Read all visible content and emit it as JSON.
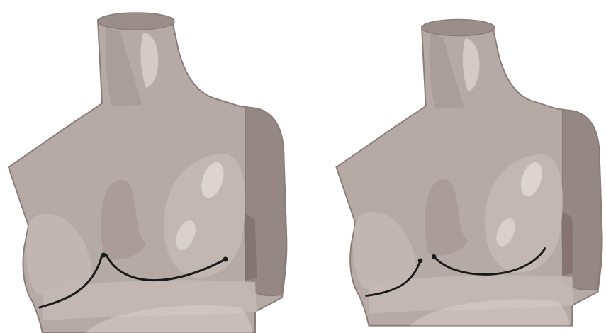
{
  "colors": {
    "background": "#ffffff",
    "body_fill": "#b6aaa6",
    "body_mid": "#c3b8b4",
    "body_shadow": "#a1938f",
    "body_dark": "#958784",
    "body_outline": "#8a7c78",
    "highlight": "#ddd4d1",
    "neck_top": "#9b8e8a",
    "seam_line": "#1a1a1a"
  },
  "illustrations": [
    {
      "label": "dress-form-left",
      "seam_style": "two-curves-meeting-center"
    },
    {
      "label": "dress-form-right",
      "seam_style": "single-curve-with-side-segment"
    }
  ]
}
